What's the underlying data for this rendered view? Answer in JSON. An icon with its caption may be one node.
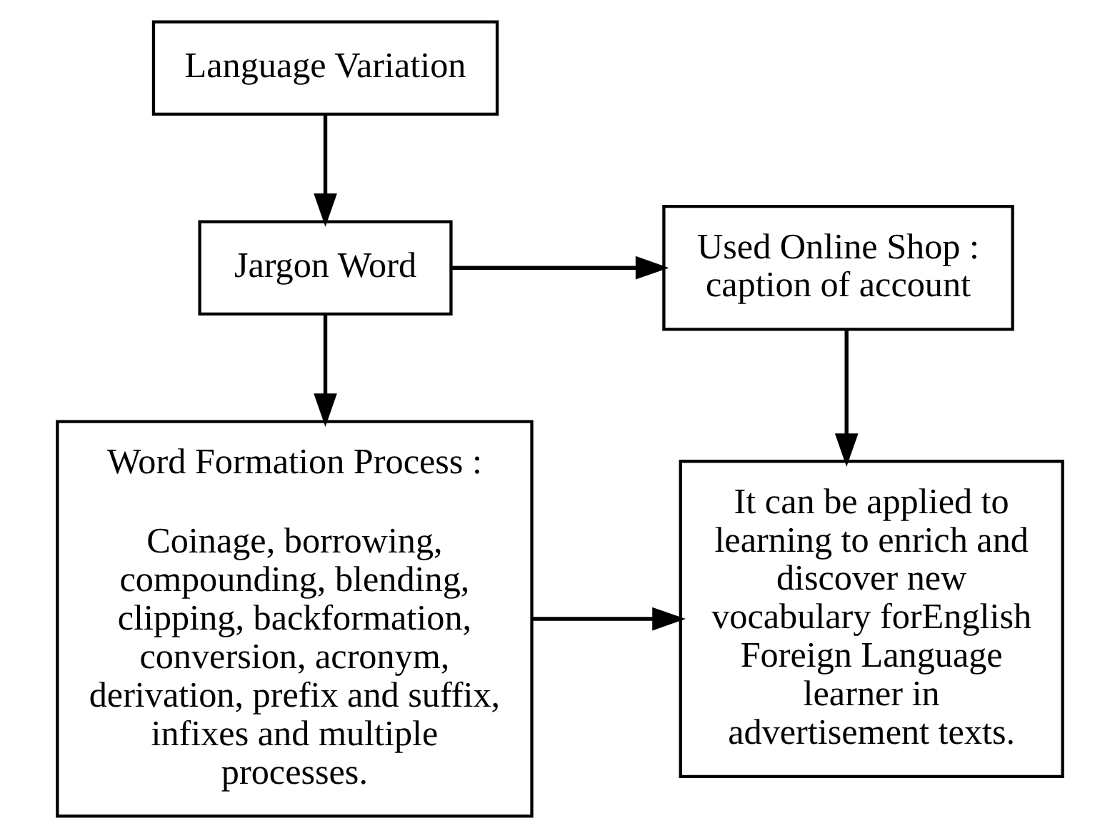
{
  "diagram": {
    "nodes": [
      {
        "text": [
          "Language Variation"
        ]
      },
      {
        "text": [
          "Jargon Word"
        ]
      },
      {
        "text": [
          "Used Online Shop : caption of account"
        ]
      },
      {
        "text": [
          "Word Formation Process :",
          "Coinage, borrowing, compounding, blending, clipping, backformation, conversion, acronym, derivation, prefix and suffix, infixes and multiple processes."
        ]
      },
      {
        "text": [
          "It can be applied to learning to enrich and discover new vocabulary forEnglish Foreign Language learner in advertisement texts."
        ]
      }
    ],
    "edges": [
      {
        "from": 0,
        "to": 1,
        "arrow": "to"
      },
      {
        "from": 1,
        "to": 2,
        "arrow": "to"
      },
      {
        "from": 1,
        "to": 3,
        "arrow": "to"
      },
      {
        "from": 2,
        "to": 4,
        "arrow": "to"
      },
      {
        "from": 3,
        "to": 4,
        "arrow": "to"
      }
    ]
  }
}
